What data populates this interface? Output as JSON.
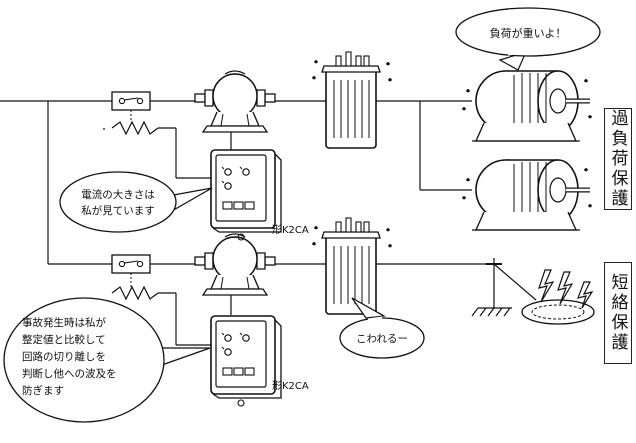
{
  "callouts": {
    "overload_motor": "負荷が重いよ！",
    "current_watch": [
      "電流の大きさは",
      "私が見ています"
    ],
    "fault_compare": [
      "事故発生時は私が",
      "整定値と比較して",
      "回路の切り離しを",
      "判断し他への波及を",
      "防ぎます"
    ],
    "transformer_break": "こわれるー"
  },
  "relay_labels": {
    "upper": "形K2CA",
    "lower": "形K2CA"
  },
  "sections": {
    "overload": "過負荷保護",
    "short_circuit": "短絡保護"
  }
}
